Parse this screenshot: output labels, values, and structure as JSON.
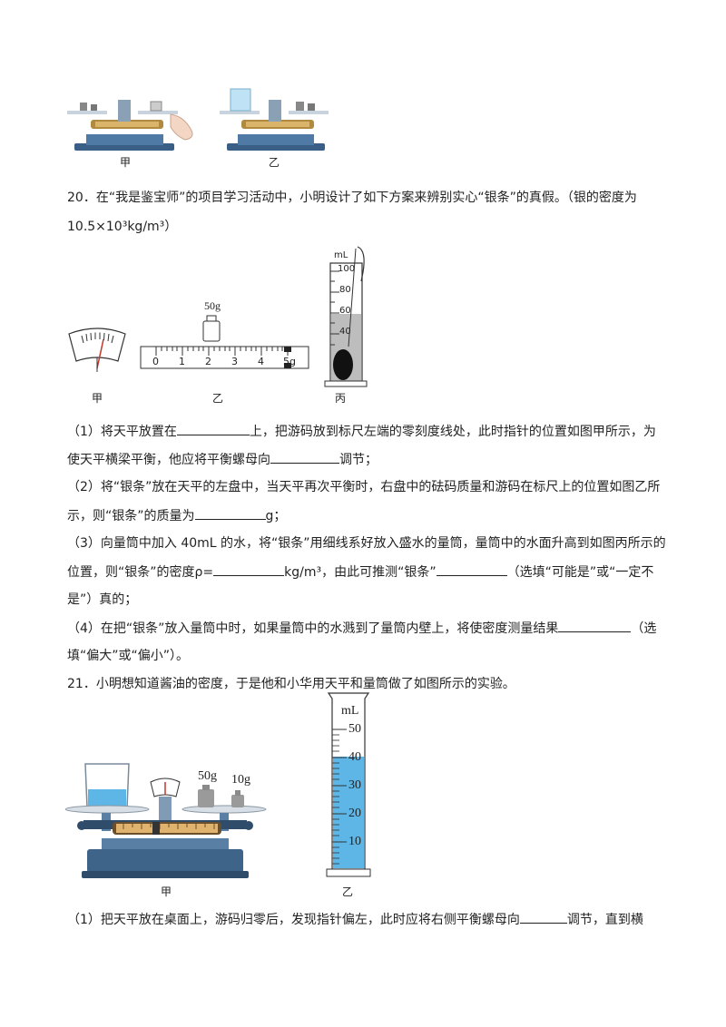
{
  "top_figures": {
    "cap_jia": "甲",
    "cap_yi": "乙"
  },
  "q20": {
    "stem_1": "20．在“我是鉴宝师”的项目学习活动中，小明设计了如下方案来辨别实心“银条”的真假。（银的密度为",
    "stem_2": "10.5×10³kg/m³）",
    "fig": {
      "cap_jia": "甲",
      "cap_yi": "乙",
      "cap_bing": "丙",
      "weight_label": "50g",
      "ruler_ticks": [
        "0",
        "1",
        "2",
        "3",
        "4",
        "5g"
      ],
      "cyl_unit": "mL",
      "cyl_ticks": [
        "100",
        "80",
        "60",
        "40"
      ]
    },
    "p1_a": "（1）将天平放置在",
    "p1_b": "上，把游码放到标尺左端的零刻度线处，此时指针的位置如图甲所示，为",
    "p1_c": "使天平横梁平衡，他应将平衡螺母向",
    "p1_d": "调节；",
    "p2_a": "（2）将“银条”放在天平的左盘中，当天平再次平衡时，右盘中的砝码质量和游码在标尺上的位置如图乙所",
    "p2_b": "示，则“银条”的质量为",
    "p2_c": "g；",
    "p3_a": "（3）向量筒中加入 40mL 的水，将“银条”用细线系好放入盛水的量筒，量筒中的水面升高到如图丙所示的",
    "p3_b": "位置，则“银条”的密度ρ=",
    "p3_c": "kg/m³，由此可推测“银条”",
    "p3_d": "（选填“可能是”或“一定不",
    "p3_e": "是”）真的；",
    "p4_a": "（4）在把“银条”放入量筒中时，如果量筒中的水溅到了量筒内壁上，将使密度测量结果",
    "p4_b": "（选",
    "p4_c": "填“偏大”或“偏小”）。"
  },
  "q21": {
    "stem": "21．小明想知道酱油的密度，于是他和小华用天平和量筒做了如图所示的实验。",
    "fig": {
      "cap_jia": "甲",
      "cap_yi": "乙",
      "weight_50": "50g",
      "weight_10": "10g",
      "cyl_unit": "mL",
      "cyl_ticks": [
        "50",
        "40",
        "30",
        "20",
        "10"
      ]
    },
    "p1_a": "（1）把天平放在桌面上，游码归零后，发现指针偏左，此时应将右侧平衡螺母向",
    "p1_b": "调节，直到横"
  }
}
